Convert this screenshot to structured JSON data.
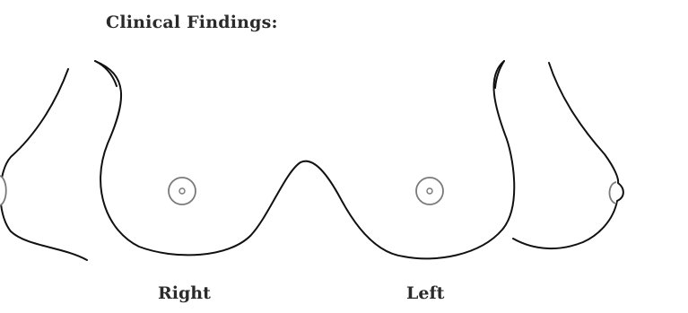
{
  "header": {
    "title": "Clinical Findings:"
  },
  "views": {
    "right_label": "Right",
    "left_label": "Left"
  }
}
